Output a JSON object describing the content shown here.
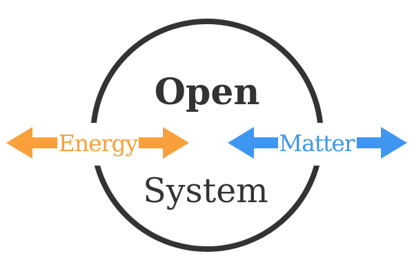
{
  "diagram": {
    "circle_label_top": "Open",
    "circle_label_bottom": "System",
    "energy_label": "Energy",
    "matter_label": "Matter"
  },
  "colors": {
    "energy_orange": "#F9A03C",
    "matter_blue": "#3E96F1",
    "outline_dark": "#333333",
    "background": "#FFFFFF"
  }
}
